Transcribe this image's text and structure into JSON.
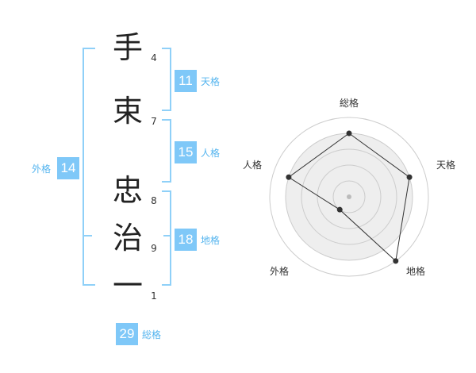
{
  "name_chars": [
    {
      "char": "手",
      "strokes": "4"
    },
    {
      "char": "束",
      "strokes": "7"
    },
    {
      "char": "忠",
      "strokes": "8"
    },
    {
      "char": "治",
      "strokes": "9"
    },
    {
      "char": "一",
      "strokes": "1"
    }
  ],
  "fortunes": {
    "tenkaku": {
      "value": "11",
      "label": "天格"
    },
    "jinkaku": {
      "value": "15",
      "label": "人格"
    },
    "chikaku": {
      "value": "18",
      "label": "地格"
    },
    "gaikaku": {
      "value": "14",
      "label": "外格"
    },
    "soukaku": {
      "value": "29",
      "label": "総格"
    }
  },
  "radar": {
    "axes": [
      "総格",
      "天格",
      "地格",
      "外格",
      "人格"
    ],
    "levels": 5,
    "values": [
      4,
      4,
      5,
      1,
      4
    ],
    "max": 5,
    "colors": {
      "ring": "#cccccc",
      "fill": "#eeeeee",
      "line": "#333333",
      "dot": "#333333",
      "center": "#bbbbbb"
    }
  }
}
